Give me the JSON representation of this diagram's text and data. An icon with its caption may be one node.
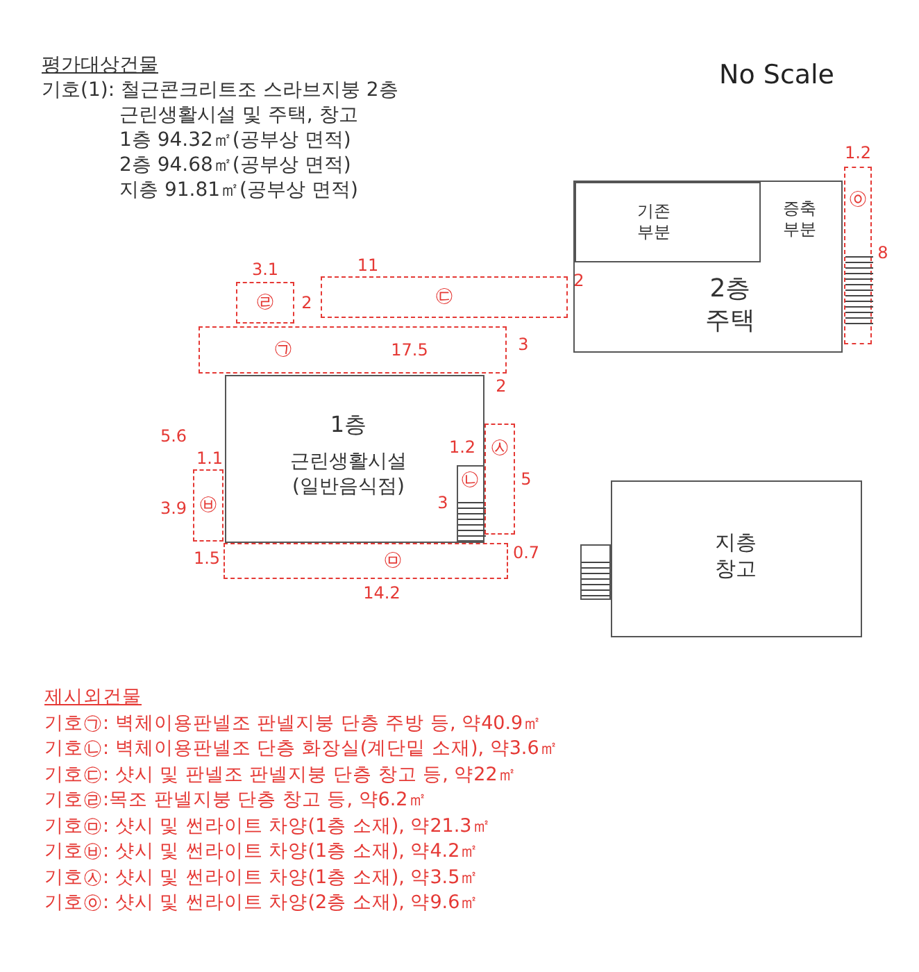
{
  "diagram": {
    "nodes": [
      {
        "text": [
          "1층",
          "근린생활시설 (일반음식점)"
        ]
      },
      {
        "text": [
          "㉠"
        ]
      },
      {
        "text": [
          "㉡"
        ],
        "in": 0
      },
      {
        "text": [
          "㉢"
        ]
      },
      {
        "text": [
          "㉣"
        ]
      },
      {
        "text": [
          "㉤"
        ]
      },
      {
        "text": [
          "㉥"
        ]
      },
      {
        "text": [
          "㉦"
        ]
      },
      {
        "text": [
          "증축 부분",
          "2층 주택"
        ]
      },
      {
        "text": [
          "기존 부분"
        ],
        "in": 8
      },
      {
        "text": [
          "㉧"
        ]
      },
      {
        "text": [
          "지층 창고"
        ]
      }
    ],
    "labels": [
      "평가대상건물",
      "기호(1): 철근콘크리트조 스라브지붕 2층",
      "근린생활시설 및 주택, 창고",
      "1층 94.32㎡(공부상 면적)",
      "2층 94.68㎡(공부상 면적)",
      "지층 91.81㎡(공부상 면적)",
      "No Scale",
      "2",
      "11",
      "3",
      "2",
      "17.5",
      "3.1",
      "2",
      "1.2",
      "5",
      "3",
      "0.7",
      "5.6",
      "1.1",
      "3.9",
      "14.2",
      "1.5",
      "1.2",
      "8",
      "제시외건물",
      "기호㉠: 벽체이용판넬조 판넬지붕 단층 주방 등, 약40.9㎡",
      "기호㉡: 벽체이용판넬조 단층 화장실(계단밑 소재), 약3.6㎡",
      "기호㉢: 샷시 및 판넬조 판넬지붕 단층 창고 등, 약22㎡",
      "기호㉣:목조 판넬지붕 단층 창고 등, 약6.2㎡",
      "기호㉤: 샷시 및 썬라이트 차양(1층 소재), 약21.3㎡",
      "기호㉥: 샷시 및 썬라이트 차양(1층 소재), 약4.2㎡",
      "기호㉦: 샷시 및 썬라이트 차양(1층 소재), 약3.5㎡",
      "기호㉧: 샷시 및 썬라이트 차양(2층 소재), 약9.6㎡"
    ]
  }
}
